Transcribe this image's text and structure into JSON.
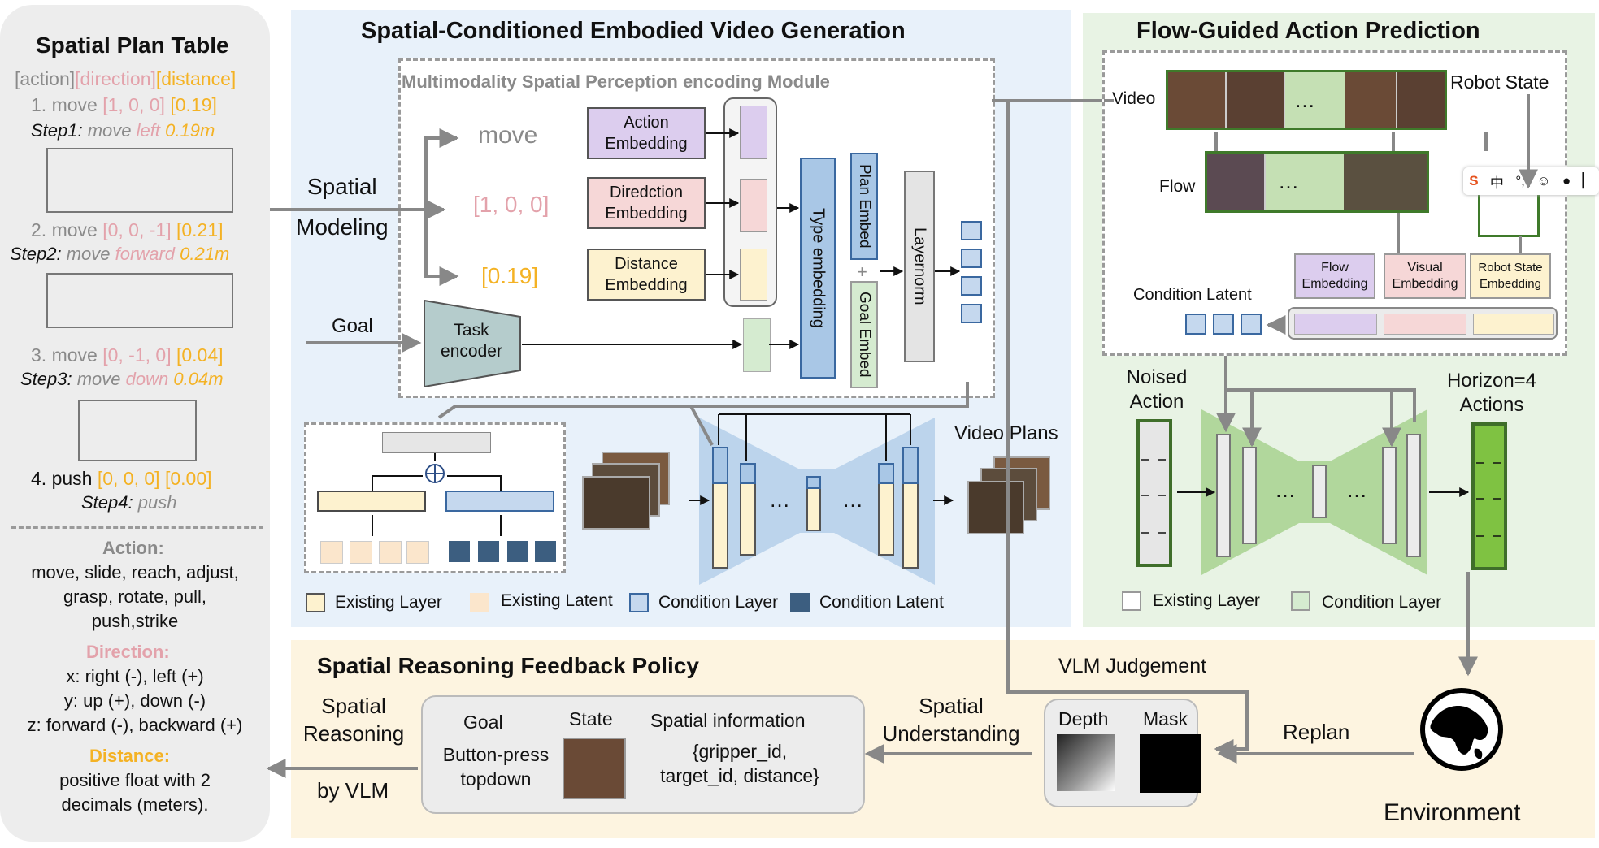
{
  "spatial_plan": {
    "title": "Spatial Plan Table",
    "header": {
      "action": "[action]",
      "direction": "[direction]",
      "distance": "[distance]"
    },
    "steps": [
      {
        "num": "1.",
        "verb": "move",
        "dir": "[1, 0, 0]",
        "dist": "[0.19]",
        "label": "Step1:",
        "desc_verb": "move",
        "desc_dir": "left",
        "desc_dist": "0.19m"
      },
      {
        "num": "2.",
        "verb": "move",
        "dir": "[0, 0, -1]",
        "dist": "[0.21]",
        "label": "Step2:",
        "desc_verb": "move",
        "desc_dir": "forward",
        "desc_dist": "0.21m"
      },
      {
        "num": "3.",
        "verb": "move",
        "dir": "[0, -1, 0]",
        "dist": "[0.04]",
        "label": "Step3:",
        "desc_verb": "move",
        "desc_dir": "down",
        "desc_dist": "0.04m"
      },
      {
        "num": "4.",
        "verb": "push",
        "dir": "[0, 0, 0]",
        "dist": "[0.00]",
        "label": "Step4:",
        "desc_verb": "push",
        "desc_dir": "",
        "desc_dist": ""
      }
    ],
    "action_title": "Action:",
    "action_lines": [
      "move, slide, reach, adjust,",
      "grasp, rotate, pull,",
      "push,strike"
    ],
    "direction_title": "Direction:",
    "direction_lines": [
      "x: right (-), left (+)",
      "y: up (+), down (-)",
      "z: forward (-), backward (+)"
    ],
    "distance_title": "Distance:",
    "distance_lines": [
      "positive float with 2",
      "decimals (meters)."
    ]
  },
  "video_gen": {
    "title": "Spatial-Conditioned Embodied Video Generation",
    "module_title": "Multimodality Spatial  Perception encoding Module",
    "spatial_label": "Spatial",
    "modeling_label": "Modeling",
    "goal_label": "Goal",
    "token_move": "move",
    "token_dir": "[1, 0, 0]",
    "token_dist": "[0.19]",
    "action_emb": [
      "Action",
      "Embedding"
    ],
    "dir_emb": [
      "Diredction",
      "Embedding"
    ],
    "dist_emb": [
      "Distance",
      "Embedding"
    ],
    "task_encoder": [
      "Task",
      "encoder"
    ],
    "type_embedding": "Type embedding",
    "plan_embed": "Plan Embed",
    "plus": "+",
    "goal_embed": "Goal Embed",
    "layernorm": "Layernorm",
    "video_plans": "Video Plans",
    "dots": "…",
    "legend": [
      "Existing Layer",
      "Existing Latent",
      "Condition Layer",
      "Condition Latent"
    ]
  },
  "action_pred": {
    "title": "Flow-Guided Action Prediction",
    "video_label": "Video",
    "flow_label": "Flow",
    "robot_state": "Robot State",
    "flow_emb": [
      "Flow",
      "Embedding"
    ],
    "visual_emb": [
      "Visual",
      "Embedding"
    ],
    "robot_emb": [
      "Robot State",
      "Embedding"
    ],
    "condition_latent": "Condition Latent",
    "noised_action": [
      "Noised",
      "Action"
    ],
    "horizon": [
      "Horizon=4",
      "Actions"
    ],
    "dots": "…",
    "toolbar": [
      "S",
      "中",
      "°,",
      "☺",
      "●",
      "▏"
    ],
    "legend": [
      "Existing Layer",
      "Condition Layer"
    ]
  },
  "feedback": {
    "title": "Spatial Reasoning Feedback Policy",
    "spatial_reasoning": [
      "Spatial",
      "Reasoning"
    ],
    "by_vlm": "by VLM",
    "goal": "Goal",
    "state": "State",
    "spatial_info": "Spatial information",
    "goal_value": [
      "Button-press",
      "topdown"
    ],
    "info_value": [
      "{gripper_id,",
      "target_id, distance}"
    ],
    "spatial_understanding": [
      "Spatial",
      "Understanding"
    ],
    "vlm_judgement": "VLM Judgement",
    "depth": "Depth",
    "mask": "Mask",
    "replan": "Replan",
    "environment": "Environment"
  },
  "colors": {
    "panel_blue": "#e8f1fa",
    "panel_green": "#e8f3e4",
    "panel_yellow": "#fdf4e0",
    "panel_gray": "#ededed",
    "action_purple": "#dccdee",
    "dir_pink": "#f6d7d7",
    "dist_yellow": "#fdf2cf",
    "type_blue": "#a9c7e6",
    "goal_green": "#d5ebd0"
  }
}
